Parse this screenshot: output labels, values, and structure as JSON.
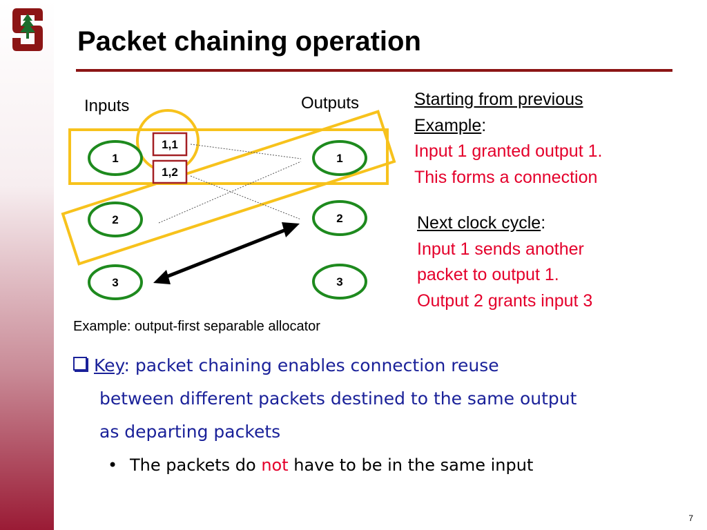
{
  "slide": {
    "title": "Packet chaining operation",
    "page_number": "7",
    "logo_name": "stanford-s-logo"
  },
  "diagram": {
    "inputs_label": "Inputs",
    "outputs_label": "Outputs",
    "input_nodes": [
      "1",
      "2",
      "3"
    ],
    "output_nodes": [
      "1",
      "2",
      "3"
    ],
    "requests": [
      "1,1",
      "1,2"
    ],
    "caption": "Example: output-first separable allocator"
  },
  "notes": {
    "note1_heading_line1": "Starting from previous",
    "note1_heading_line2": "Example",
    "note1_colon": ":",
    "note1_line1": "Input 1 granted output 1.",
    "note1_line2": "This forms a connection",
    "note2_heading": "Next clock cycle",
    "note2_colon": ":",
    "note2_line1": "Input 1 sends another",
    "note2_line2": "packet to output 1.",
    "note2_line3": "Output 2 grants input 3"
  },
  "bullets": {
    "key_word": "Key",
    "main_line1_rest": ": packet chaining enables connection reuse",
    "main_line2": "between different packets destined to the same output",
    "main_line3": "as departing packets",
    "sub_bullet_symbol": "•",
    "sub_part1": "The packets do ",
    "sub_not": "not",
    "sub_part2": " have to be in the same input"
  },
  "colors": {
    "title_rule": "#8c1515",
    "node_border": "#1e8a1e",
    "highlight": "#f7c21c",
    "request_border": "#a31f24",
    "note_red": "#e4002b",
    "bullet_blue": "#1a2199"
  }
}
